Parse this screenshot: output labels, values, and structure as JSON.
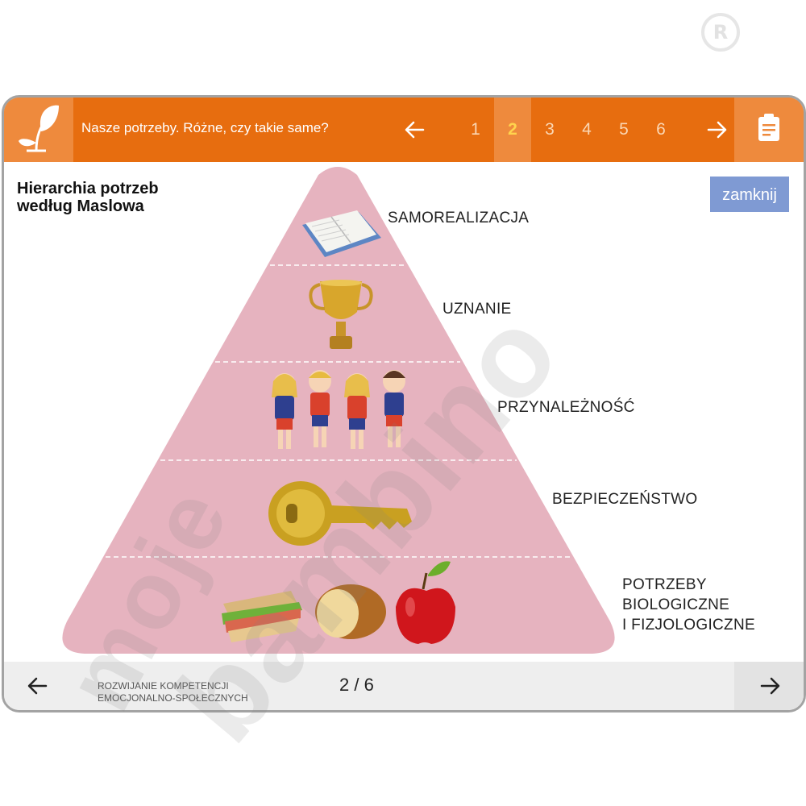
{
  "header": {
    "title": "Nasze potrzeby. Różne, czy takie same?",
    "pages": [
      "1",
      "2",
      "3",
      "4",
      "5",
      "6"
    ],
    "active_page": "2"
  },
  "content": {
    "heading_line1": "Hierarchia potrzeb",
    "heading_line2": "według Maslowa",
    "close_label": "zamknij",
    "levels": [
      {
        "label": "SAMOREALIZACJA",
        "icon": "book-icon"
      },
      {
        "label": "UZNANIE",
        "icon": "trophy-icon"
      },
      {
        "label": "PRZYNALEŻNOŚĆ",
        "icon": "children-icon"
      },
      {
        "label": "BEZPIECZEŃSTWO",
        "icon": "key-icon"
      },
      {
        "label_lines": [
          "POTRZEBY",
          "BIOLOGICZNE",
          "I FIZJOLOGICZNE"
        ],
        "icon": "food-icon"
      }
    ]
  },
  "footer": {
    "line1": "ROZWIJANIE KOMPETENCJI",
    "line2": "EMOCJONALNO-SPOŁECZNYCH",
    "page_indicator": "2 / 6"
  },
  "watermark": {
    "text": "moje bambino"
  },
  "colors": {
    "header_orange": "#e76d0f",
    "header_light": "#ee8a3d",
    "active_page": "#ffd34d",
    "pyramid": "#e6b3bf",
    "close_button": "#7f9ad3"
  }
}
